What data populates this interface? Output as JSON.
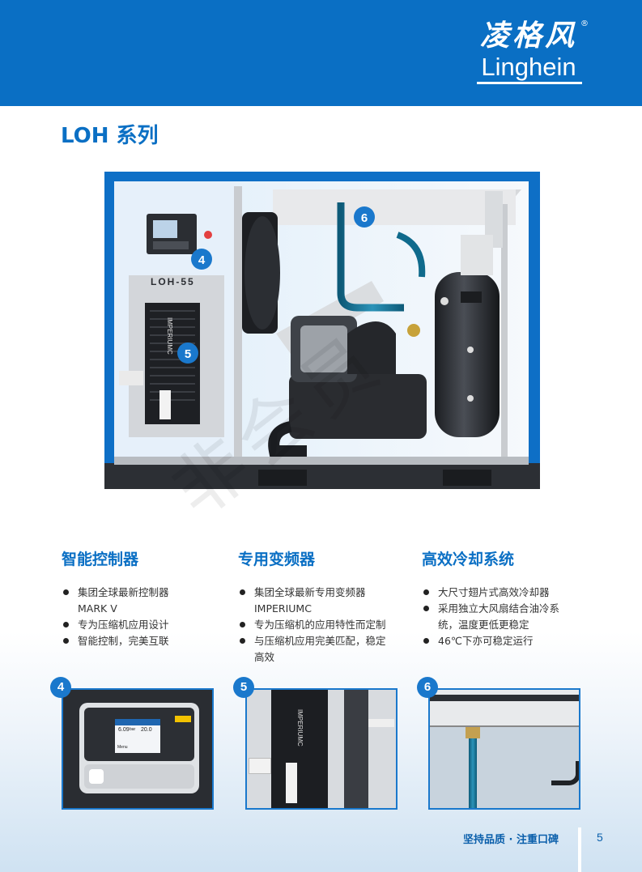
{
  "header": {
    "brand_cn": "凌格风",
    "brand_en": "Linghein",
    "registered_mark": "®",
    "background_color": "#0a6fc4"
  },
  "title": "LOH 系列",
  "machine": {
    "model_label": "LOH-55",
    "inverter_label": "IMPERIUMC",
    "callouts": [
      "4",
      "5",
      "6"
    ]
  },
  "watermark": "非会员",
  "features": [
    {
      "title": "智能控制器",
      "bullets": [
        "集团全球最新控制器",
        "MARK V",
        "专为压缩机应用设计",
        "智能控制，完美互联"
      ]
    },
    {
      "title": "专用变频器",
      "bullets": [
        "集团全球最新专用变频器",
        "IMPERIUMC",
        "专为压缩机的应用特性而定制",
        "与压缩机应用完美匹配，稳定",
        "高效"
      ]
    },
    {
      "title": "高效冷却系统",
      "bullets": [
        "大尺寸翅片式高效冷却器",
        "采用独立大风扇结合油冷系",
        "统，温度更低更稳定",
        "46℃下亦可稳定运行"
      ]
    }
  ],
  "details": [
    {
      "number": "4",
      "screen_value_1": "6.09",
      "screen_value_2": "20.0",
      "screen_unit": "bar",
      "screen_footer": "Menu"
    },
    {
      "number": "5",
      "label": "IMPERIUMC"
    },
    {
      "number": "6"
    }
  ],
  "footer": {
    "slogan": "坚持品质 · 注重口碑",
    "page_number": "5"
  },
  "colors": {
    "brand_blue": "#0a6fc4",
    "text": "#333333"
  }
}
